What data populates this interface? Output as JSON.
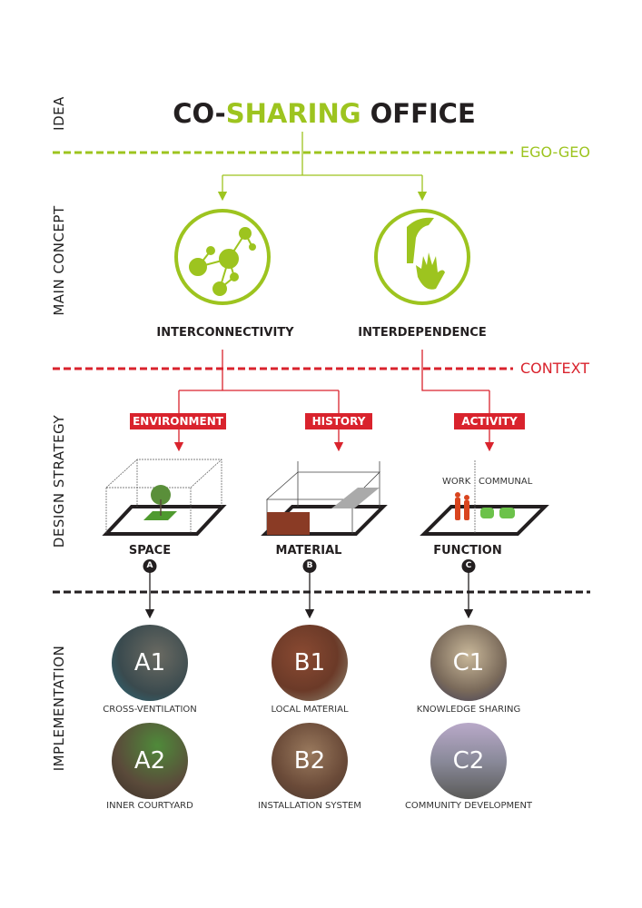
{
  "side_labels": {
    "idea": "IDEA",
    "main_concept": "MAIN CONCEPT",
    "design_strategy": "DESIGN STRATEGY",
    "implementation": "IMPLEMENTATION"
  },
  "title": {
    "part1": "CO-",
    "part2": "SHARING",
    "part3": " OFFICE"
  },
  "dividers": {
    "ego_geo": "EGO-GEO",
    "context": "CONTEXT"
  },
  "concepts": [
    {
      "label": "INTERCONNECTIVITY",
      "icon": "network-icon"
    },
    {
      "label": "INTERDEPENDENCE",
      "icon": "hands-icon"
    }
  ],
  "contexts": [
    "ENVIRONMENT",
    "HISTORY",
    "ACTIVITY"
  ],
  "diagram_labels": {
    "work": "WORK",
    "communal": "COMMUNAL"
  },
  "strategies": [
    {
      "label": "SPACE",
      "badge": "A"
    },
    {
      "label": "MATERIAL",
      "badge": "B"
    },
    {
      "label": "FUNCTION",
      "badge": "C"
    }
  ],
  "implementations": [
    {
      "code": "A1",
      "caption": "CROSS-VENTILATION"
    },
    {
      "code": "B1",
      "caption": "LOCAL MATERIAL"
    },
    {
      "code": "C1",
      "caption": "KNOWLEDGE SHARING"
    },
    {
      "code": "A2",
      "caption": "INNER COURTYARD"
    },
    {
      "code": "B2",
      "caption": "INSTALLATION SYSTEM"
    },
    {
      "code": "C2",
      "caption": "COMMUNITY DEVELOPMENT"
    }
  ],
  "colors": {
    "green": "#9dc41f",
    "red": "#d9232d",
    "dark": "#231f20"
  }
}
